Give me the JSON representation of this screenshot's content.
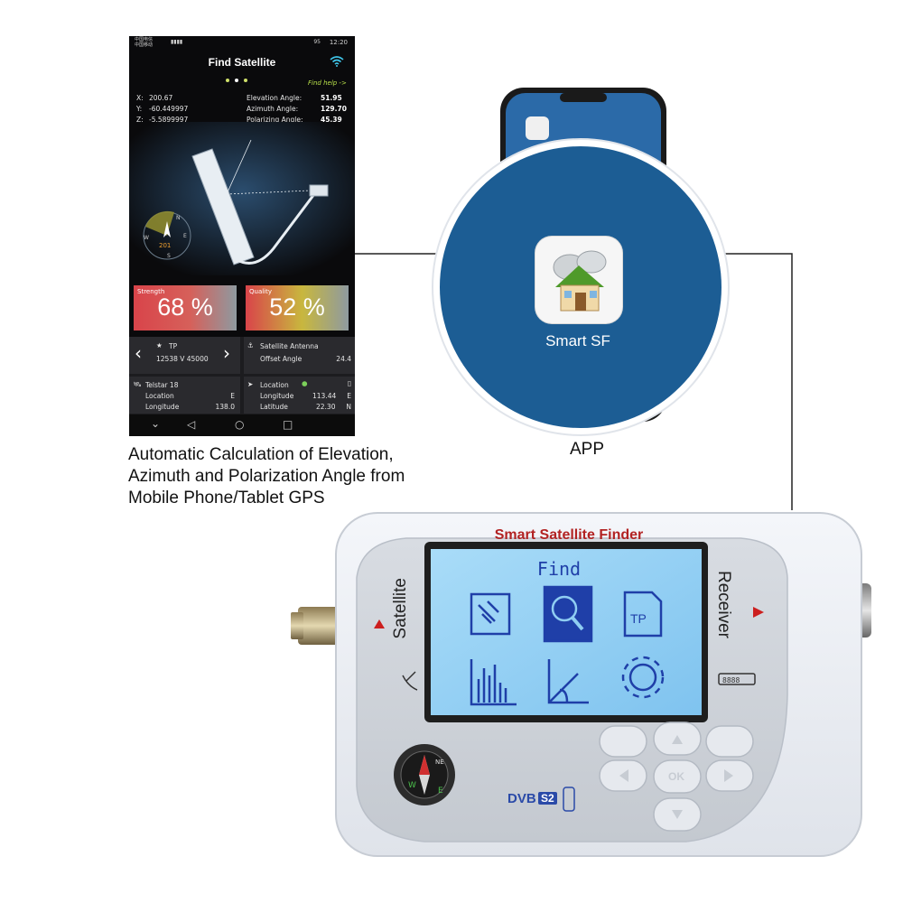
{
  "phone": {
    "status": {
      "carrier_line1": "中国电信",
      "carrier_line2": "中国移动",
      "battery": "95",
      "time": "12:20"
    },
    "title": "Find Satellite",
    "find_help": "Find help ->",
    "coords": [
      {
        "key": "X:",
        "value": "200.67"
      },
      {
        "key": "Y:",
        "value": "-60.449997"
      },
      {
        "key": "Z:",
        "value": "-5.5899997"
      }
    ],
    "angles": [
      {
        "key": "Elevation Angle:",
        "value": "51.95"
      },
      {
        "key": "Azimuth Angle:",
        "value": "129.70"
      },
      {
        "key": "Polarizing Angle:",
        "value": "45.39"
      }
    ],
    "compass": {
      "heading": "201",
      "north": "N",
      "east": "E",
      "south": "S",
      "west": "W"
    },
    "strength": {
      "label": "Strength",
      "value": "68 %",
      "percent": 68
    },
    "quality": {
      "label": "Quality",
      "value": "52 %",
      "percent": 52
    },
    "tp": {
      "label": "TP",
      "value": "12538 V 45000"
    },
    "antenna": {
      "label": "Satellite Antenna",
      "offset_label": "Offset Angle",
      "offset_value": "24.4"
    },
    "satellite": {
      "name": "Telstar 18",
      "loc_label": "Location",
      "loc_value": "E",
      "lon_label": "Longitude",
      "lon_value": "138.0"
    },
    "location": {
      "label": "Location",
      "lon_label": "Longitude",
      "lon_value": "113.44",
      "lon_dir": "E",
      "lat_label": "Latitude",
      "lat_value": "22.30",
      "lat_dir": "N"
    }
  },
  "caption": {
    "line1": "Automatic Calculation of Elevation,",
    "line2": "Azimuth and Polarization Angle from",
    "line3": "Mobile Phone/Tablet GPS"
  },
  "app": {
    "name": "Smart SF",
    "caption": "APP"
  },
  "finder": {
    "title": "Smart Satellite Finder",
    "screen_title": "Find",
    "left_label": "Satellite",
    "right_label": "Receiver",
    "dvb": "DVB",
    "s2": "S2",
    "menu_icons": [
      "satellite-icon",
      "search-icon",
      "tp-icon",
      "bar-chart-icon",
      "angle-icon",
      "gear-icon"
    ]
  },
  "colors": {
    "app_circle": "#1c5d94",
    "strength_panel": "#d9444a",
    "quality_panel": "#c8b73e",
    "finder_title": "#b22222",
    "screen_bg": "#8fcdf2"
  }
}
